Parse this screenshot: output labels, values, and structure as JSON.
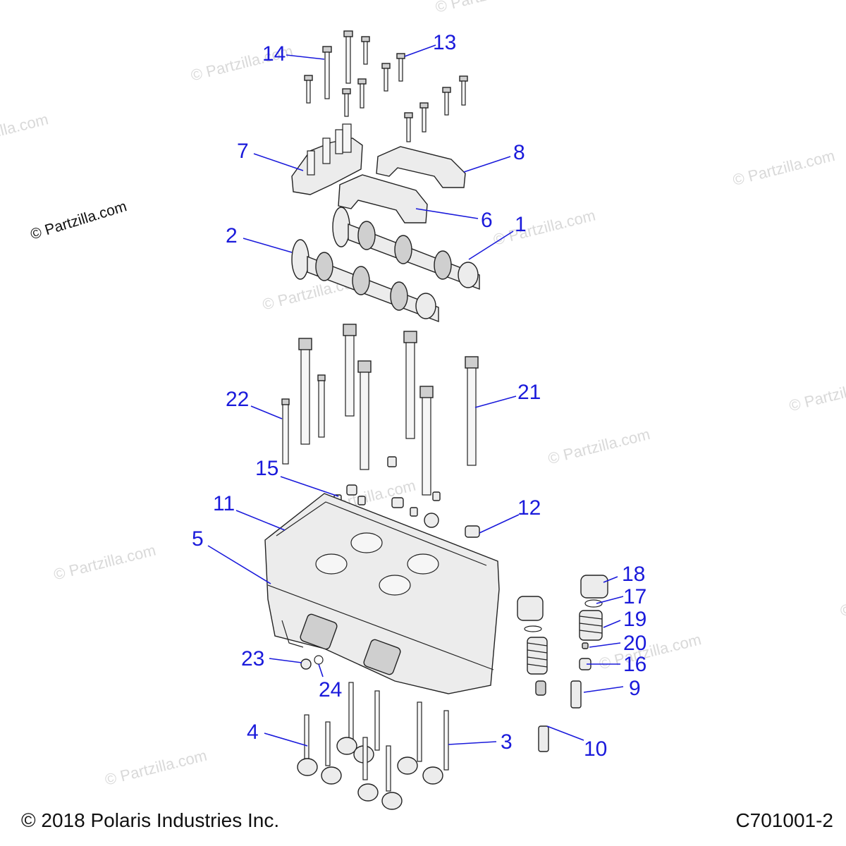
{
  "watermark": "© Partzilla.com",
  "notice": "© Partzilla.com",
  "footer": {
    "copyright": "© 2018 Polaris Industries Inc.",
    "drawing_id": "C701001-2"
  },
  "callouts": [
    "1",
    "2",
    "3",
    "4",
    "5",
    "6",
    "7",
    "8",
    "9",
    "10",
    "11",
    "12",
    "13",
    "14",
    "15",
    "16",
    "17",
    "18",
    "19",
    "20",
    "21",
    "22",
    "23",
    "24"
  ],
  "colors": {
    "callout": "#1a1adb",
    "line": "#222222",
    "watermark": "#d9d9d9"
  }
}
